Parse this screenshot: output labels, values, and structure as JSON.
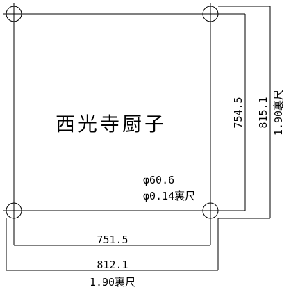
{
  "title": "西光寺厨子",
  "hole_note": {
    "diameter": "φ60.6",
    "diameter_shaku": "φ0.14裏尺"
  },
  "dimensions": {
    "inner_width": "751.5",
    "outer_width": "812.1",
    "outer_width_shaku": "1.90裏尺",
    "inner_height": "754.5",
    "outer_height": "815.1",
    "outer_height_shaku": "1.90裏尺"
  }
}
